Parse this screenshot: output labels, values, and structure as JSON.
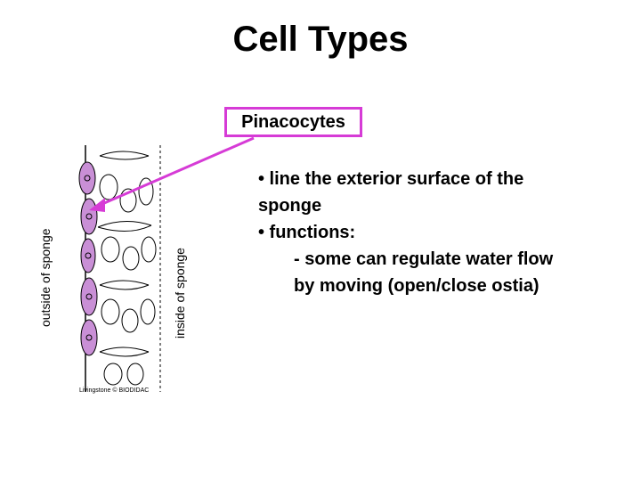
{
  "slide": {
    "title": "Cell Types",
    "callout_label": "Pinacocytes",
    "left_label": "outside of sponge",
    "right_label": "inside of sponge",
    "credit": "Livingstone  © BIODIDAC",
    "bullets": [
      "• line the exterior surface of the",
      "sponge",
      "• functions:",
      "- some can regulate water flow",
      "by moving (open/close ostia)"
    ]
  },
  "colors": {
    "accent": "#d63bd6",
    "pinacocyte_fill": "#c98fd6"
  }
}
